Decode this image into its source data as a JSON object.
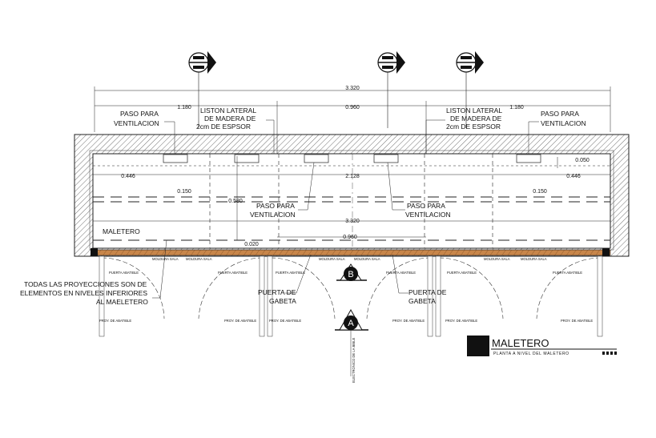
{
  "dimensions": {
    "overall_top": "3.320",
    "left_top": "1.180",
    "middle_top": "0.960",
    "right_top": "1.180",
    "left_inner": "0.446",
    "center_inner": "2.128",
    "right_inner": "0.446",
    "left_small": "0.150",
    "right_small": "0.150",
    "right_offset": "0.050",
    "height": "0.580",
    "overall_inner": "3.320",
    "bottom_middle": "0.960",
    "bottom_small": "0.020"
  },
  "labels": {
    "vent_top_left": [
      "PASO PARA",
      "VENTILACION"
    ],
    "liston_left": [
      "LISTON LATERAL",
      "DE MADERA DE",
      "2cm DE ESPSOR"
    ],
    "liston_right": [
      "LISTON LATERAL",
      "DE MADERA DE",
      "2cm DE ESPSOR"
    ],
    "vent_top_right": [
      "PASO PARA",
      "VENTILACION"
    ],
    "vent_mid_left": [
      "PASO PARA",
      "VENTILACION"
    ],
    "vent_mid_right": [
      "PASO PARA",
      "VENTILACION"
    ],
    "maletero": "MALETERO",
    "projections_note": [
      "TODAS LAS PROYECCIONES SON DE",
      "ELEMENTOS EN NIVELES INFERIORES",
      "AL MAELETERO"
    ],
    "door_left": [
      "PUERTA DE",
      "GABETA"
    ],
    "door_right": [
      "PUERTA DE",
      "GABETA"
    ]
  },
  "small_labels": {
    "mold_1": "MOLDURA SALA",
    "mold_2": "MOLDURA SALA",
    "mold_3": "MOLDURA SALA",
    "mold_4": "MOLDURA SALA",
    "mold_5": "MOLDURA SALA",
    "mold_6": "MOLDURA SALA",
    "door_abatible_1": "PUERTA ABATIBLE",
    "door_abatible_2": "PUERTA ABATIBLE",
    "door_abatible_3": "PUERTA ABATIBLE",
    "door_abatible_4": "PUERTA ABATIBLE",
    "door_abatible_5": "PUERTA ABATIBLE",
    "door_abatible_6": "PUERTA ABATIBLE",
    "proy_1": "PROY. DE ABATIBLE",
    "proy_2": "PROY. DE ABATIBLE",
    "proy_3": "PROY. DE ABATIBLE",
    "proy_4": "PROY. DE ABATIBLE",
    "proy_5": "PROY. DE ABATIBLE",
    "proy_6": "PROY. DE ABATIBLE",
    "vertical_note": "ELECTRONICO DE LA BIBLE"
  },
  "markers": {
    "section_b": "B",
    "section_a": "A"
  },
  "title_block": {
    "title": "MALETERO",
    "subtitle": "PLANTA A NIVEL DEL MALETERO"
  },
  "colors": {
    "line": "#222222",
    "wall_hatch": "#333333",
    "wood_strip": "#c8864a",
    "marker_fill": "#111111"
  }
}
